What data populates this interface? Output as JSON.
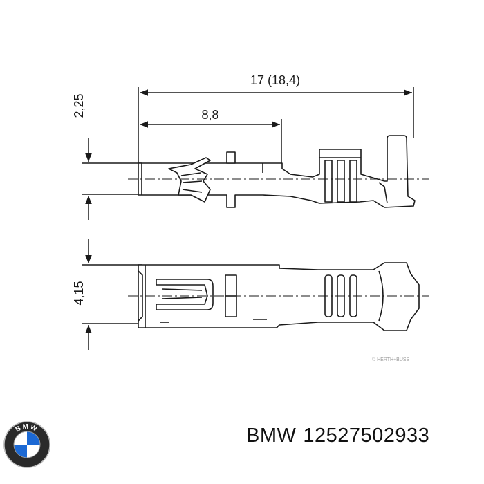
{
  "dimensions": {
    "overall_length": "17 (18,4)",
    "contact_length": "8,8",
    "side_height": "2,25",
    "top_width": "4,15"
  },
  "credit": "© HERTH+BUSS",
  "brand": {
    "name": "BMW",
    "part_number": "12527502933",
    "logo_letters": "BMW",
    "colors": {
      "blue": "#1c69d4",
      "ring": "#1a1a1a",
      "white": "#ffffff"
    }
  }
}
